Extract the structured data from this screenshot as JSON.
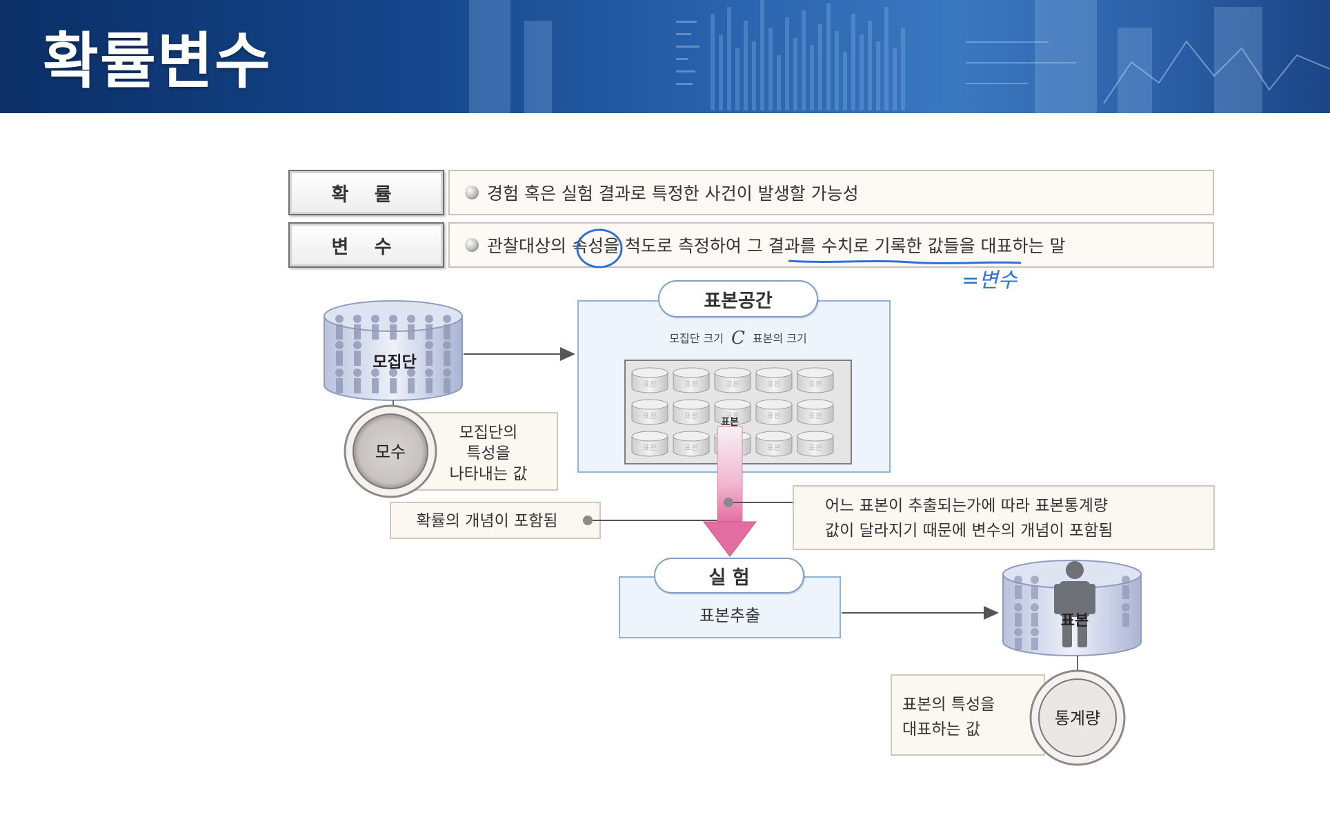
{
  "slide": {
    "title": "확률변수"
  },
  "definitions": [
    {
      "term": "확 률",
      "text": "경험 혹은 실험 결과로 특정한 사건이 발생할 가능성"
    },
    {
      "term": "변 수",
      "text_before": "관찰대상의 ",
      "text_circled": "속성",
      "text_mid": "을 척도로 측정하여 ",
      "text_underlined": "그 결과를 수치로 기록한 값들",
      "text_after": "을 대표하는 말"
    }
  ],
  "annotation": {
    "handwritten": "=변수",
    "pen_color": "#2f6fdc"
  },
  "diagram": {
    "population": {
      "label": "모집단"
    },
    "parameter": {
      "label": "모수",
      "description_lines": [
        "모집단의",
        "특성을",
        "나타내는 값"
      ]
    },
    "probability_note": "확률의 개념이 포함됨",
    "sample_space": {
      "title": "표본공간",
      "subtitle_left": "모집단 크기",
      "subtitle_symbol": "C",
      "subtitle_right": "표본의 크기",
      "grid_cell_label": "표본",
      "highlight_label": "표본"
    },
    "variable_note_lines": [
      "어느 표본이 추출되는가에 따라 표본통계량",
      "값이 달라지기 때문에 변수의 개념이 포함됨"
    ],
    "experiment": {
      "title": "실 험",
      "body": "표본추출"
    },
    "sample": {
      "label": "표본"
    },
    "statistic": {
      "label": "통계량",
      "description_lines": [
        "표본의 특성을",
        "대표하는 값"
      ]
    }
  }
}
